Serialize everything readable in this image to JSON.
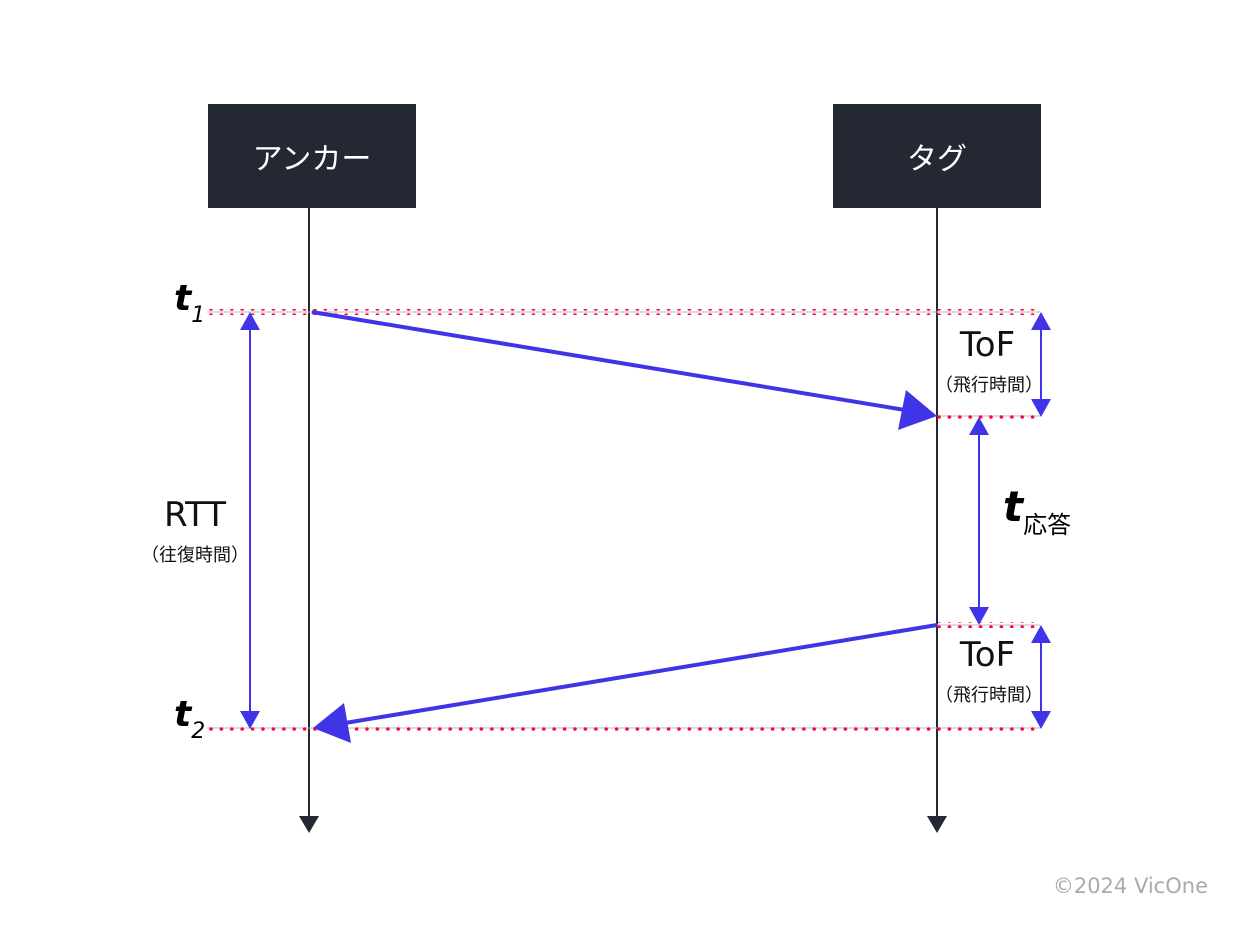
{
  "participants": {
    "anchor": "アンカー",
    "tag": "タグ"
  },
  "labels": {
    "t1_var": "t",
    "t1_sub": "1",
    "t2_var": "t",
    "t2_sub": "2",
    "rtt": "RTT",
    "rtt_note": "（往復時間）",
    "tof1": "ToF",
    "tof1_note": "（飛行時間）",
    "tof2": "ToF",
    "tof2_note": "（飛行時間）",
    "tresp_var": "t",
    "tresp_sub": "応答"
  },
  "copyright": "©2024 VicOne",
  "colors": {
    "arrow": "#4035e6",
    "lifeline": "#242833",
    "dot": "#ff0040",
    "box": "#242833"
  }
}
